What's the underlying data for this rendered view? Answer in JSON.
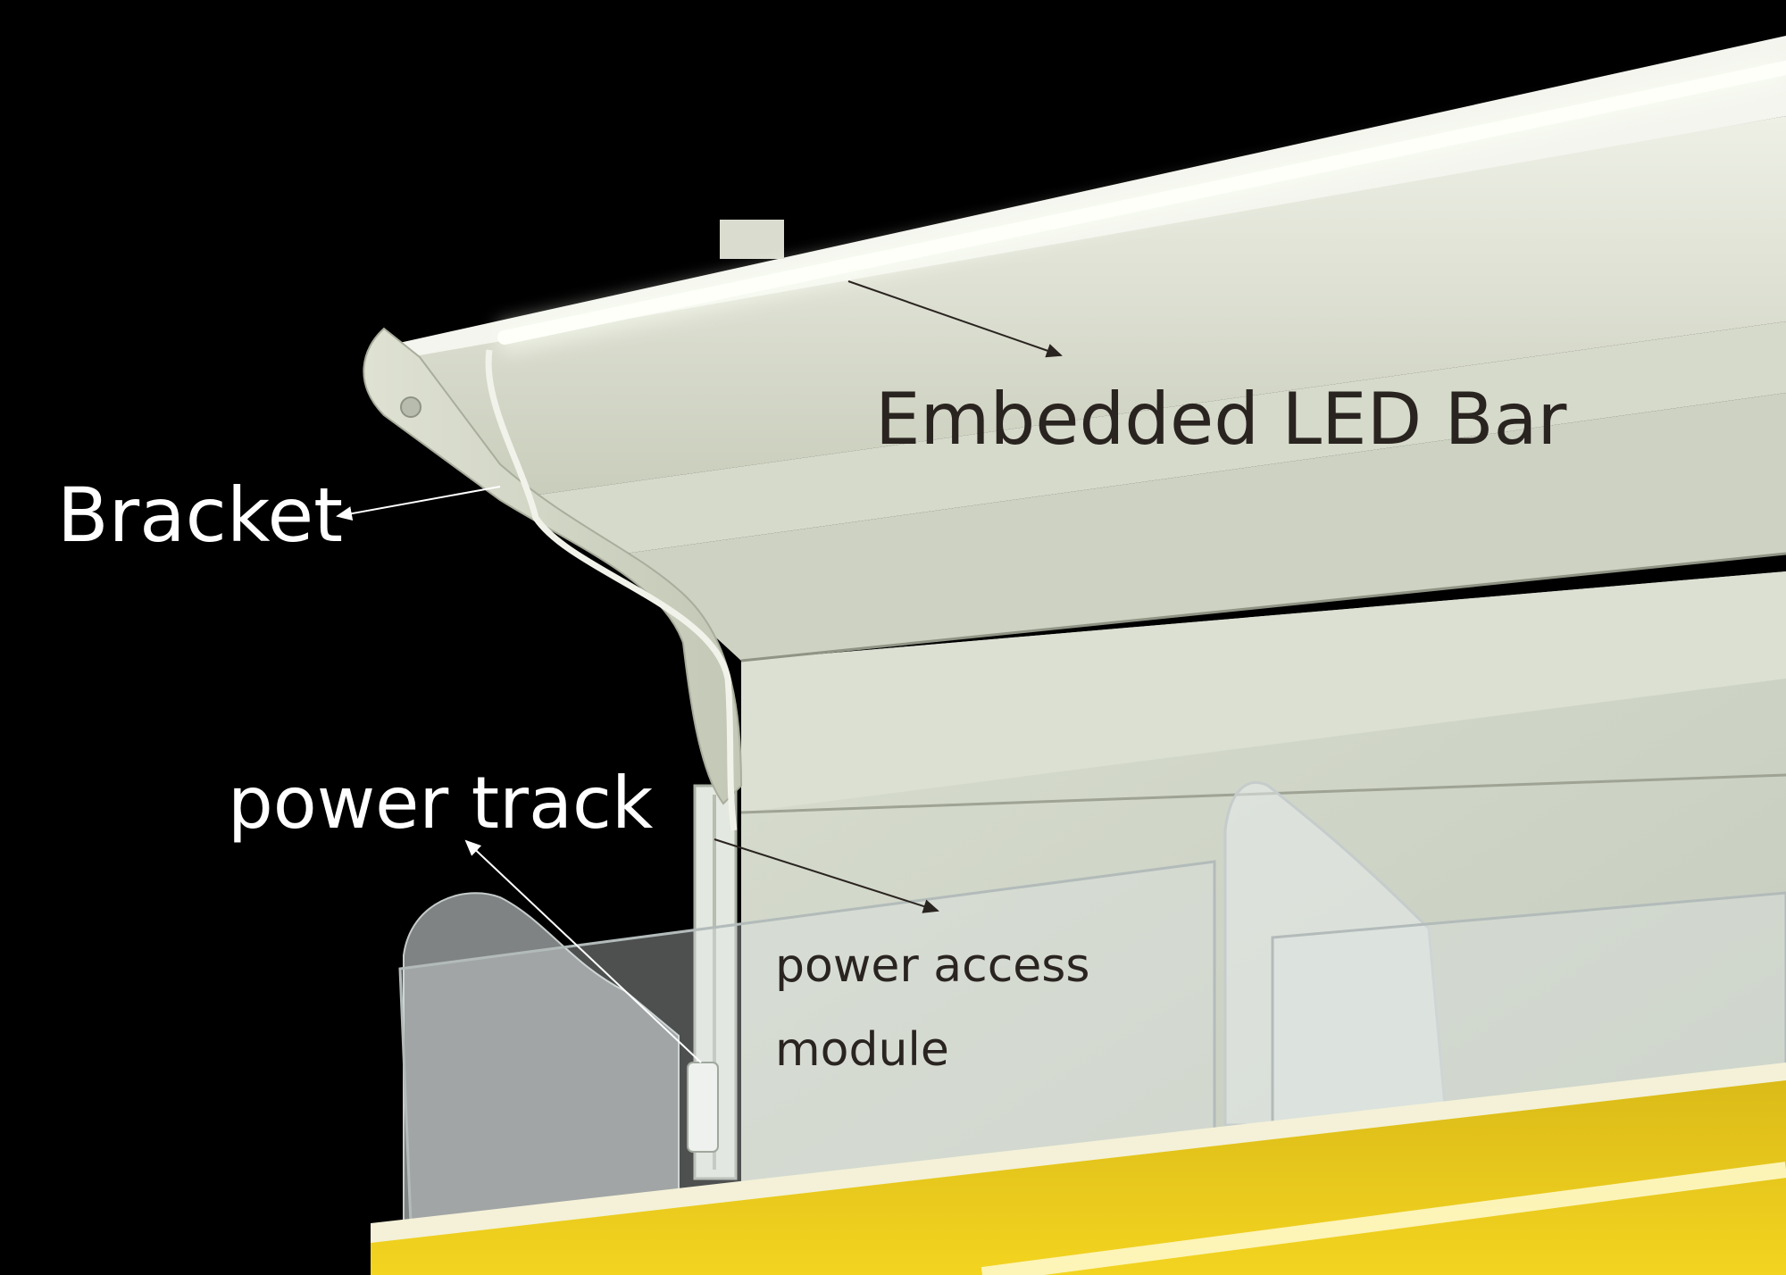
{
  "labels": {
    "bracket": "Bracket",
    "led_bar": "Embedded LED Bar",
    "power_track": "power track",
    "power_access_module_line1": "power access",
    "power_access_module_line2": "module"
  },
  "colors": {
    "background": "#000000",
    "dark_label": "#2a2420",
    "light_label": "#ffffff",
    "shelf_yellow": "#e2c21c",
    "led_glow": "#fbfff4"
  }
}
